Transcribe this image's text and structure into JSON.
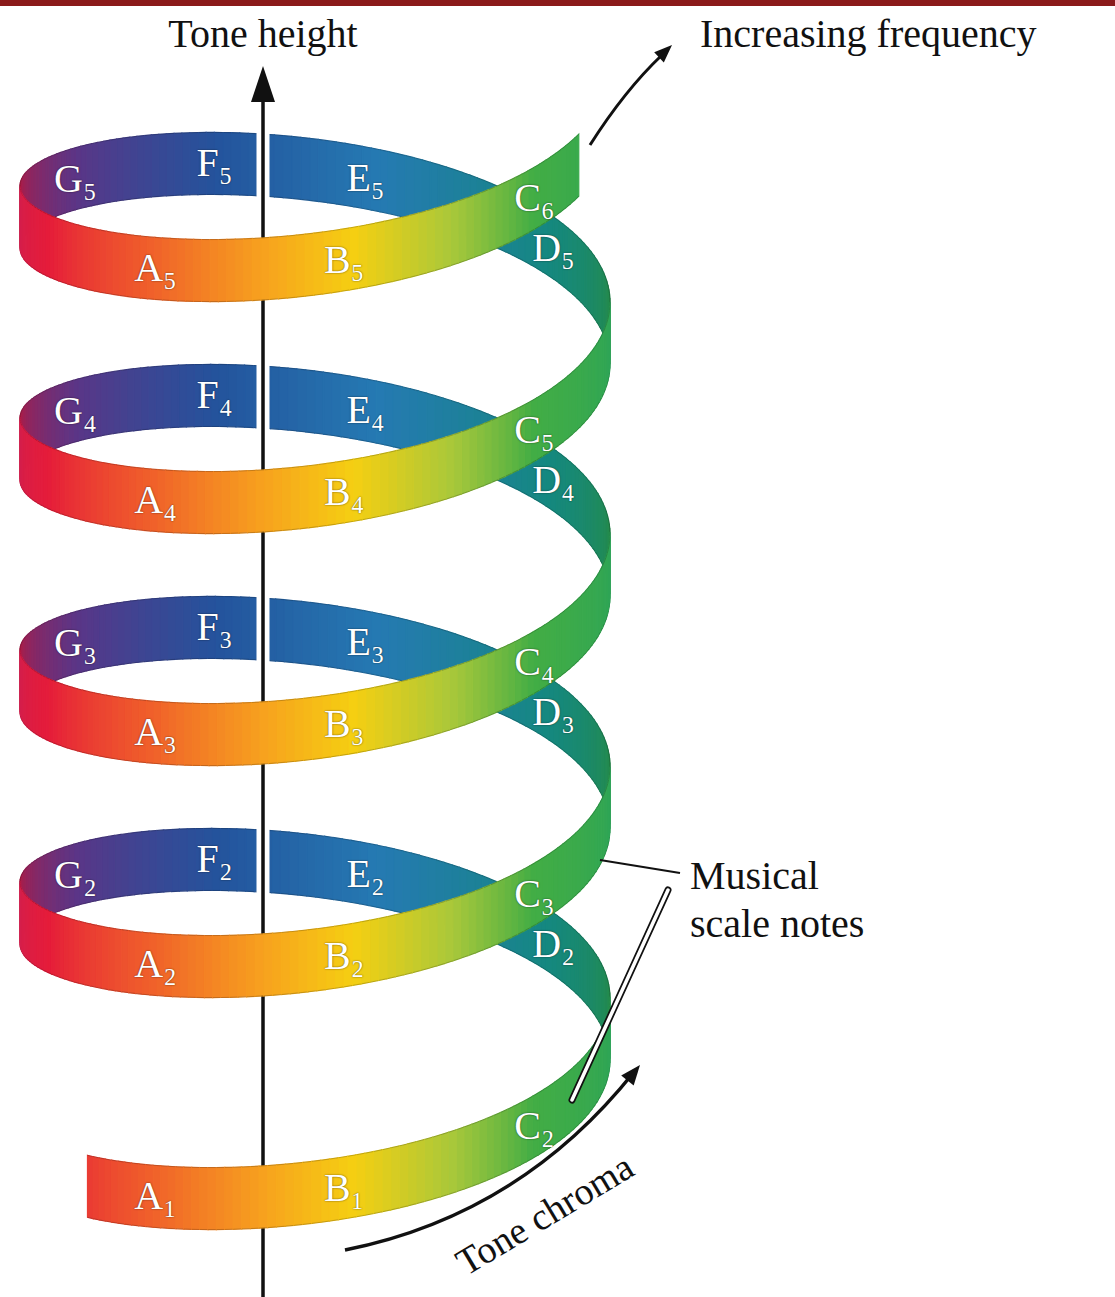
{
  "diagram": {
    "labels": [
      "Tone height",
      "Increasing frequency",
      "A₁",
      "B₁",
      "C₂",
      "D₂",
      "E₂",
      "F₂",
      "G₂",
      "A₂",
      "B₂",
      "C₃",
      "D₃",
      "E₃",
      "F₃",
      "G₃",
      "A₃",
      "B₃",
      "C₄",
      "D₄",
      "E₄",
      "F₄",
      "G₄",
      "A₄",
      "B₄",
      "C₅",
      "D₅",
      "E₅",
      "F₅",
      "G₅",
      "A₅",
      "B₅",
      "C₆",
      "Musical scale notes",
      "Tone chroma"
    ]
  }
}
